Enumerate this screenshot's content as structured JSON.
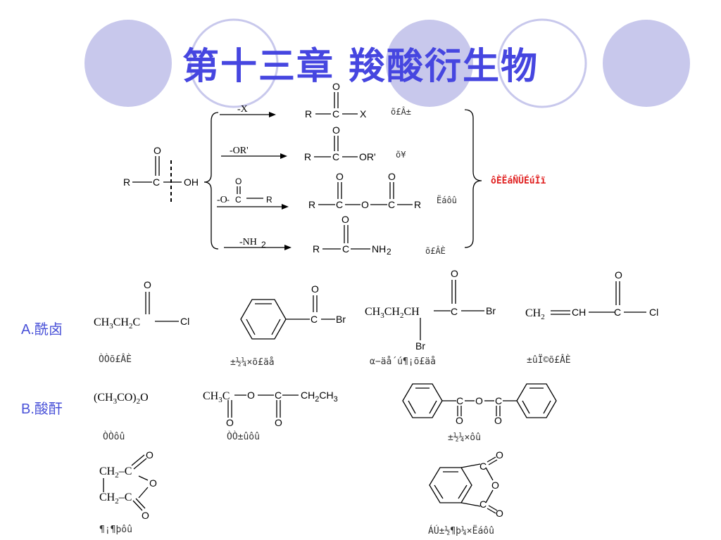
{
  "title": "第十三章   羧酸衍生物",
  "reactions": {
    "labels": {
      "x": "-X",
      "or": "-OR'",
      "o": "-O",
      "nh2": "-NH",
      "nh2_sub": "2"
    },
    "notes": {
      "acyl_halide": "õ£Â±",
      "ester": "õ¥",
      "anhydride": "Ëáôû",
      "amide": "õ£ÂÈ"
    },
    "summary": "ôÈËáÑÜÉúÎï"
  },
  "rows": {
    "a_label": "A.酰卤",
    "b_label": "B.酸酐"
  },
  "captions": {
    "a1": "ÒÒõ£ÂÈ",
    "a2": "±½¼×õ£äå",
    "a3": "α−äå´ú¶¡õ£äå",
    "a4": "±ûÏ©õ£ÂÈ",
    "b1": "ÒÒôû",
    "b2": "ÒÒ±ûôû",
    "b3": "±½¼×ôû",
    "b4": "¶¡¶þôû",
    "b5": "ÁÚ±½¶þ¼×Ëáôû"
  },
  "colors": {
    "title": "#4646e0",
    "circles": "#c8c8ec",
    "accent_red": "#e02020",
    "row_label": "#4a52d8"
  }
}
